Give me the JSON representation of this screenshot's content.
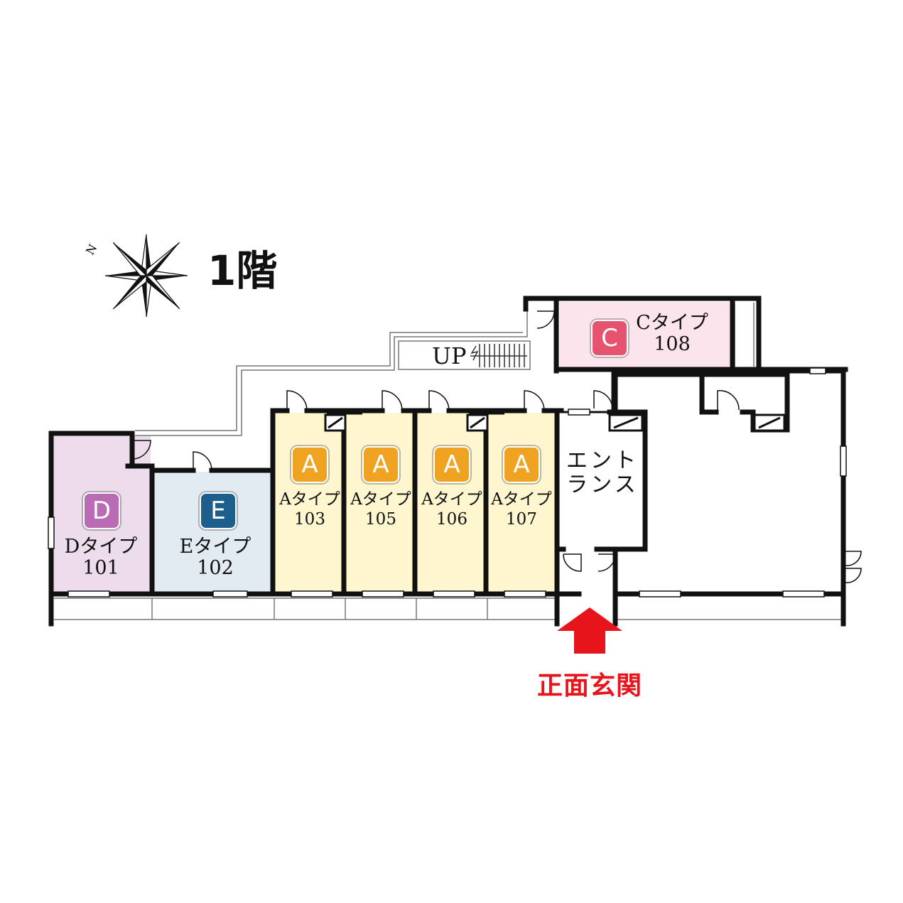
{
  "floor_title": "1階",
  "stairs_label": "UP",
  "entrance_label": "正面玄関",
  "lobby_label_line1": "エント",
  "lobby_label_line2": "ランス",
  "compass_letter": "N",
  "colors": {
    "type_a": "#fdf6cf",
    "type_c": "#fbe4ec",
    "type_d": "#ecdcec",
    "type_e": "#e3ebf2",
    "badge_a": "#f0a321",
    "badge_c": "#e6536f",
    "badge_d": "#b96bb3",
    "badge_e": "#1c5f8c",
    "arrow": "#e8141b"
  },
  "rooms": [
    {
      "badge": "D",
      "type": "Dタイプ",
      "number": "101"
    },
    {
      "badge": "E",
      "type": "Eタイプ",
      "number": "102"
    },
    {
      "badge": "A",
      "type": "Aタイプ",
      "number": "103"
    },
    {
      "badge": "A",
      "type": "Aタイプ",
      "number": "105"
    },
    {
      "badge": "A",
      "type": "Aタイプ",
      "number": "106"
    },
    {
      "badge": "A",
      "type": "Aタイプ",
      "number": "107"
    },
    {
      "badge": "C",
      "type": "Cタイプ",
      "number": "108"
    }
  ]
}
